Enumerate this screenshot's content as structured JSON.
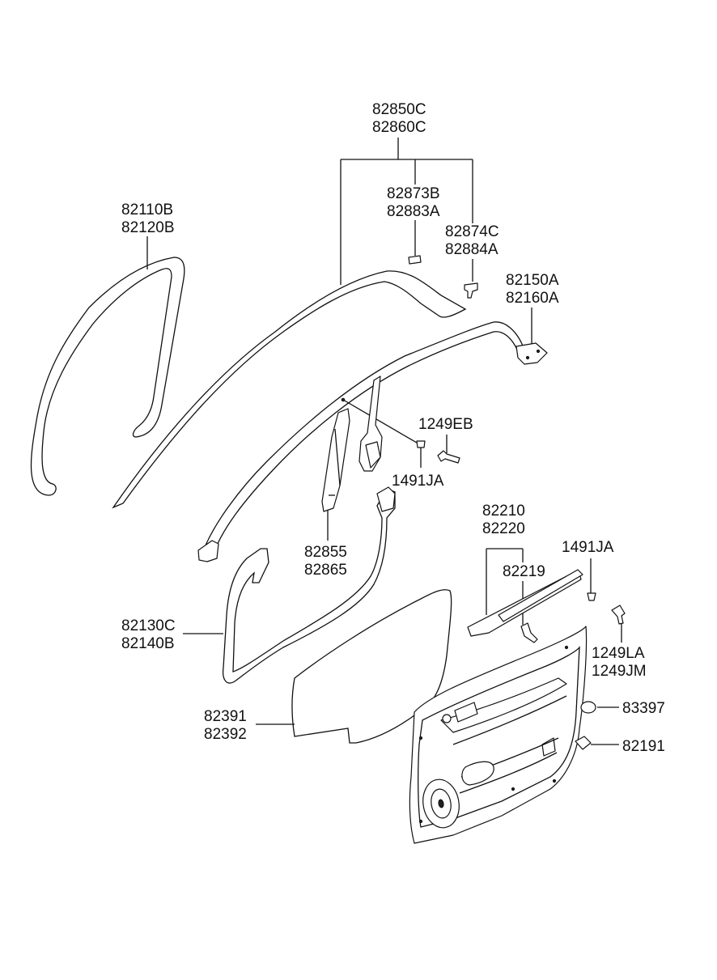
{
  "labels": {
    "weatherstrip_roof_1": "82850C",
    "weatherstrip_roof_2": "82860C",
    "clip_a_1": "82873B",
    "clip_a_2": "82883A",
    "clip_b_1": "82874C",
    "clip_b_2": "82884A",
    "glass_run_1": "82110B",
    "glass_run_2": "82120B",
    "door_seal_upper_1": "82150A",
    "door_seal_upper_2": "82160A",
    "screw_upper": "1249EB",
    "nut_upper": "1491JA",
    "pillar_trim_1": "82855",
    "pillar_trim_2": "82865",
    "belt_moulding_1": "82210",
    "belt_moulding_2": "82220",
    "belt_clip": "82219",
    "nut_lower": "1491JA",
    "door_seal_lower_1": "82130C",
    "door_seal_lower_2": "82140B",
    "screw_lower_1": "1249LA",
    "screw_lower_2": "1249JM",
    "grommet": "83397",
    "plug": "82191",
    "seal_film_1": "82391",
    "seal_film_2": "82392"
  }
}
